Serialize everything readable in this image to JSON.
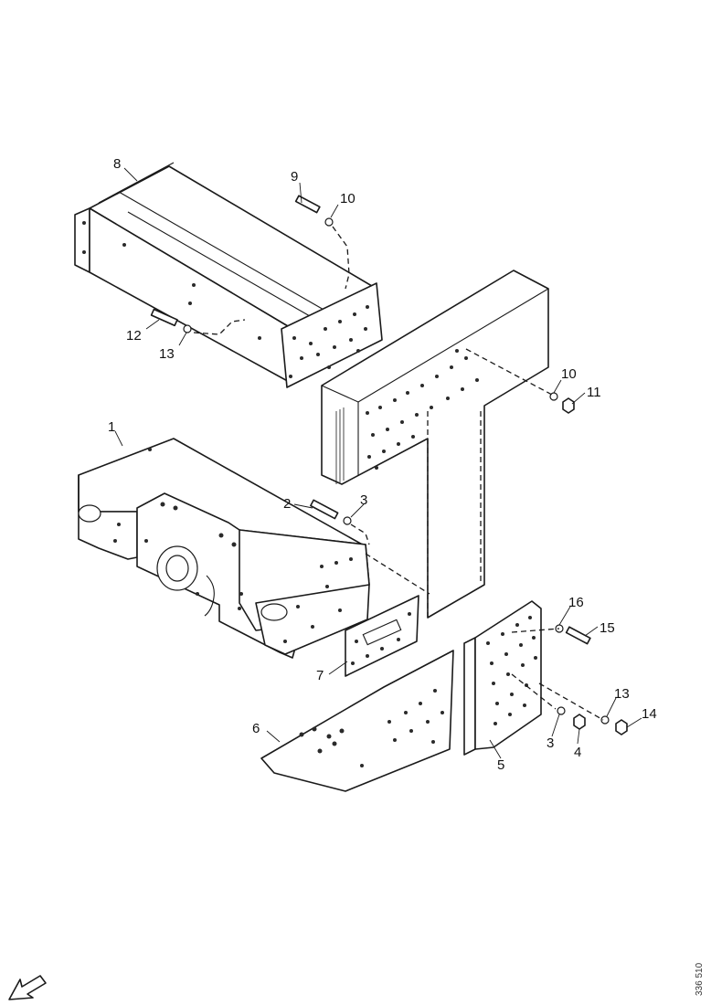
{
  "callouts": {
    "c1": "1",
    "c2": "2",
    "c3a": "3",
    "c3b": "3",
    "c4": "4",
    "c5": "5",
    "c6": "6",
    "c7": "7",
    "c8": "8",
    "c9": "9",
    "c10a": "10",
    "c10b": "10",
    "c11": "11",
    "c12": "12",
    "c13a": "13",
    "c13b": "13",
    "c14": "14",
    "c15": "15",
    "c16": "16"
  },
  "reference_code": "336 510",
  "orientation_icon": "direction-arrow-icon"
}
